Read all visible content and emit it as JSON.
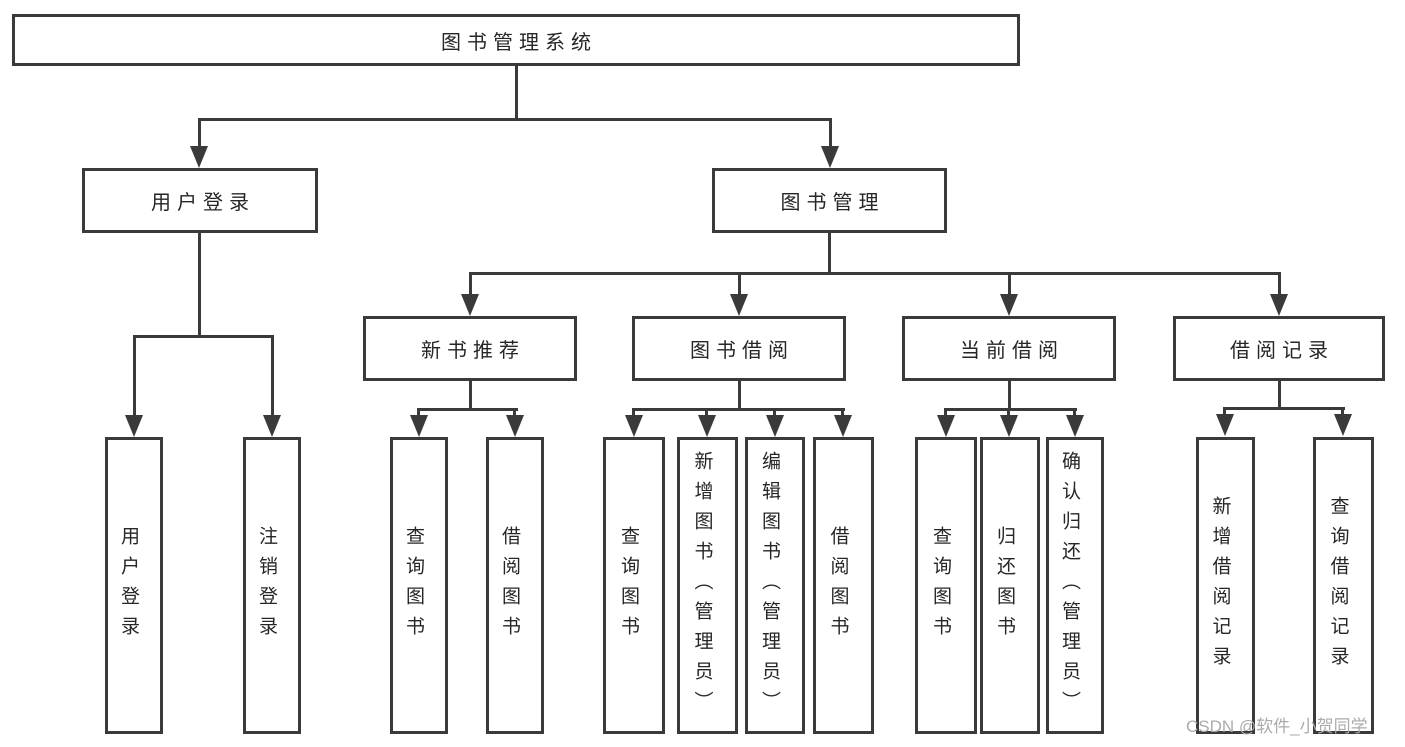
{
  "diagram": {
    "root": {
      "label": "图书管理系统"
    },
    "branches": [
      {
        "label": "用户登录",
        "children": [
          {
            "label": "用户登录"
          },
          {
            "label": "注销登录"
          }
        ]
      },
      {
        "label": "图书管理",
        "groups": [
          {
            "label": "新书推荐",
            "children": [
              {
                "label": "查询图书"
              },
              {
                "label": "借阅图书"
              }
            ]
          },
          {
            "label": "图书借阅",
            "children": [
              {
                "label": "查询图书"
              },
              {
                "label": "新增图书（管理员）"
              },
              {
                "label": "编辑图书（管理员）"
              },
              {
                "label": "借阅图书"
              }
            ]
          },
          {
            "label": "当前借阅",
            "children": [
              {
                "label": "查询图书"
              },
              {
                "label": "归还图书"
              },
              {
                "label": "确认归还（管理员）"
              }
            ]
          },
          {
            "label": "借阅记录",
            "children": [
              {
                "label": "新增借阅记录"
              },
              {
                "label": "查询借阅记录"
              }
            ]
          }
        ]
      }
    ]
  },
  "watermark": {
    "text": "CSDN @软件_小贺同学"
  },
  "colors": {
    "line": "#3a3a3a",
    "text": "#262626",
    "background": "#ffffff",
    "watermark": "#ababab"
  }
}
